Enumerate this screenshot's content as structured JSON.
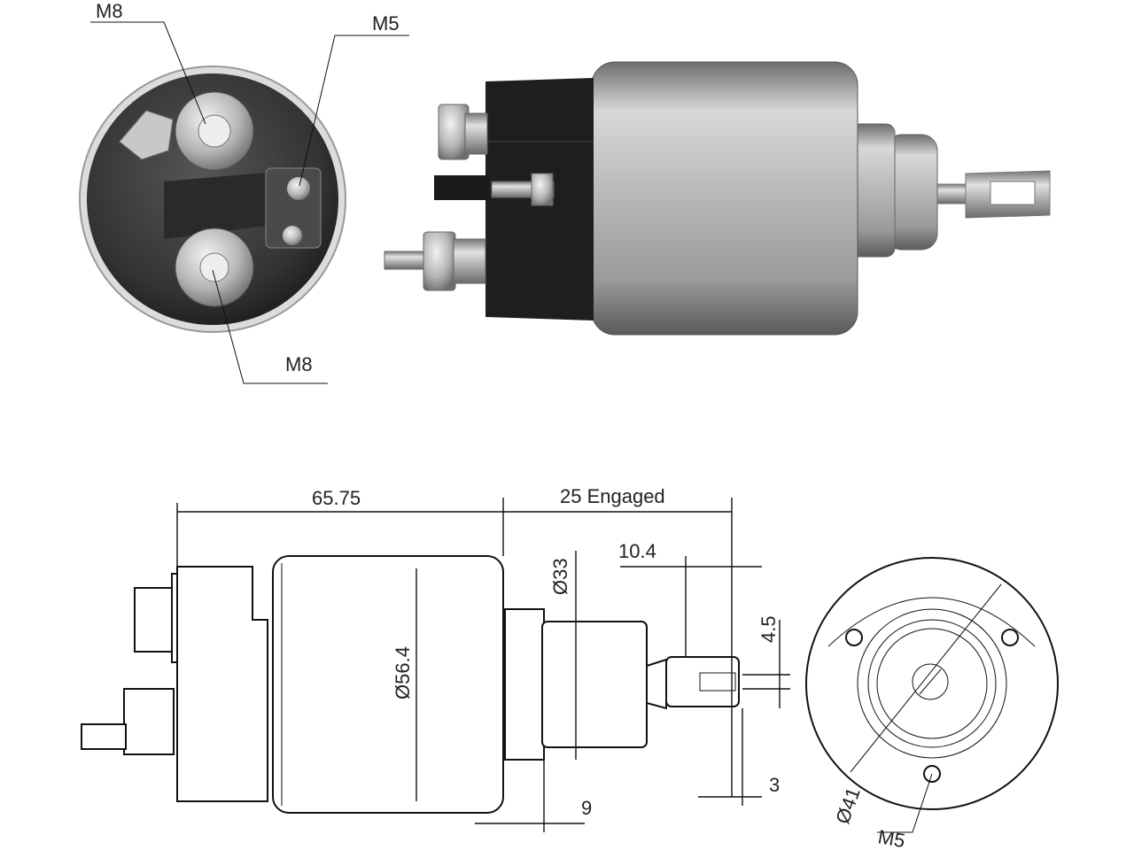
{
  "photo_labels": {
    "front_top": "M8",
    "front_side": "M5",
    "front_bottom": "M8"
  },
  "drawing_labels": {
    "overall_length": "65.75",
    "stroke": "25 Engaged",
    "body_diameter": "Ø56.4",
    "boss_diameter": "Ø33",
    "tab_offset": "10.4",
    "slot_width": "4.5",
    "tab_thickness": "3",
    "boss_length": "9",
    "bolt_circle": "Ø41",
    "mount_thread": "M5"
  }
}
